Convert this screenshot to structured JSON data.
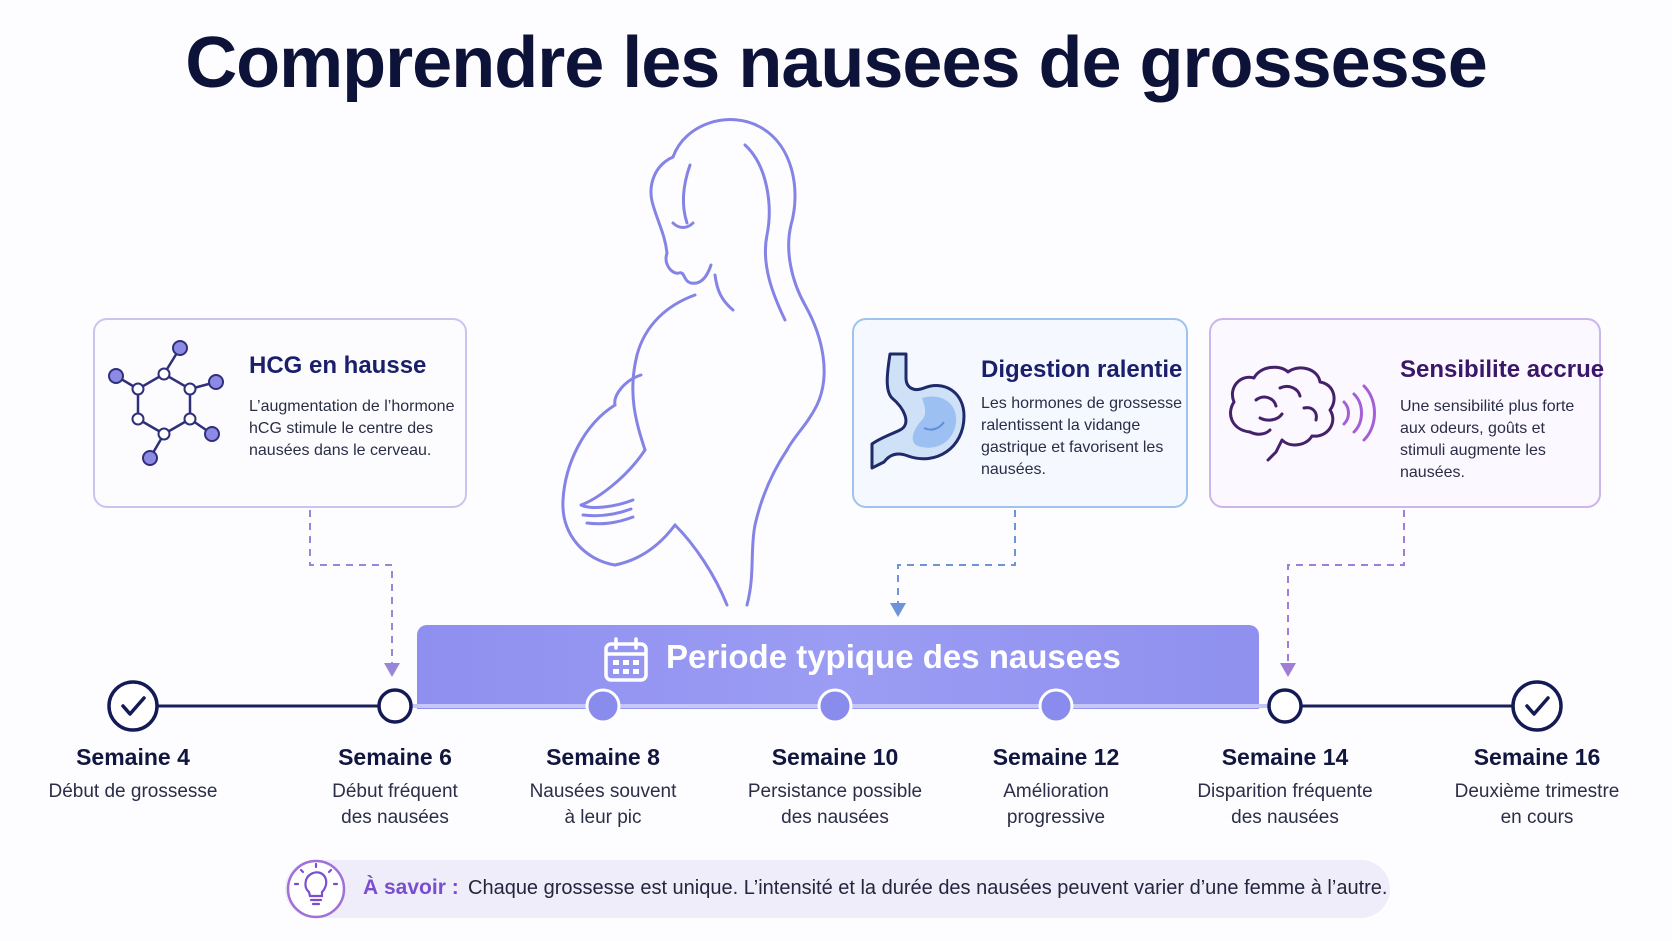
{
  "title": "Comprendre les nausees de grossesse",
  "cards": {
    "hcg": {
      "title": "HCG en hausse",
      "lines": [
        "L’augmentation de l’hormone",
        "hCG stimule le centre des",
        "nausées dans le cerveau."
      ],
      "icon": "molecule-icon"
    },
    "digestion": {
      "title": "Digestion ralentie",
      "lines": [
        "Les hormones de grossesse",
        "ralentissent la vidange",
        "gastrique et favorisent les",
        "nausées."
      ],
      "icon": "stomach-icon"
    },
    "sensibilite": {
      "title": "Sensibilite accrue",
      "lines": [
        "Une sensibilité plus forte",
        "aux odeurs, goûts et",
        "stimuli augmente les",
        "nausées."
      ],
      "icon": "brain-icon"
    }
  },
  "banner": {
    "label": "Periode typique des nausees",
    "icon": "calendar-icon"
  },
  "timeline": [
    {
      "week": "Semaine 4",
      "desc": [
        "Début de grossesse"
      ],
      "marker": "check"
    },
    {
      "week": "Semaine 6",
      "desc": [
        "Début fréquent",
        "des nausées"
      ],
      "marker": "open"
    },
    {
      "week": "Semaine 8",
      "desc": [
        "Nausées souvent",
        "à leur pic"
      ],
      "marker": "filled"
    },
    {
      "week": "Semaine 10",
      "desc": [
        "Persistance possible",
        "des nausées"
      ],
      "marker": "filled"
    },
    {
      "week": "Semaine 12",
      "desc": [
        "Amélioration",
        "progressive"
      ],
      "marker": "filled"
    },
    {
      "week": "Semaine 14",
      "desc": [
        "Disparition fréquente",
        "des nausées"
      ],
      "marker": "open"
    },
    {
      "week": "Semaine 16",
      "desc": [
        "Deuxième trimestre",
        "en cours"
      ],
      "marker": "check"
    }
  ],
  "note": {
    "label": "À savoir :",
    "text": "Chaque grossesse est unique. L’intensité et la durée des nausées peuvent varier d’une femme à l’autre.",
    "icon": "lightbulb-icon"
  },
  "colors": {
    "accent": "#8f8ff0",
    "navy": "#10163f",
    "purple": "#7a4ed0",
    "line": "#7c7ae0"
  }
}
